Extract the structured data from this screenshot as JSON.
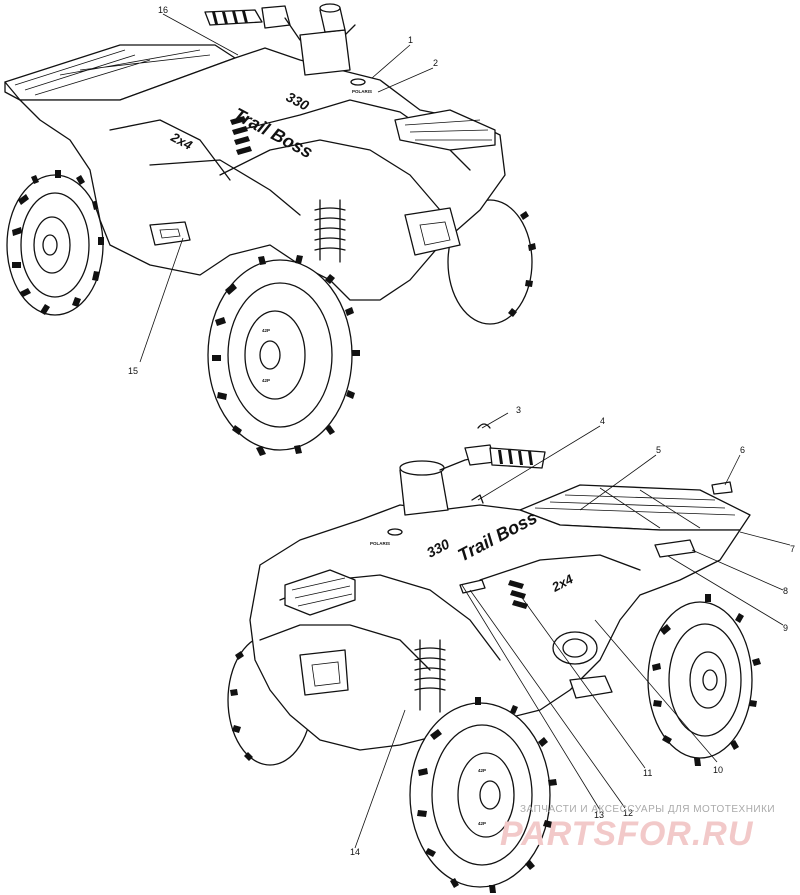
{
  "diagram": {
    "callouts": [
      {
        "id": "1",
        "label": "1"
      },
      {
        "id": "2",
        "label": "2"
      },
      {
        "id": "3",
        "label": "3"
      },
      {
        "id": "4",
        "label": "4"
      },
      {
        "id": "5",
        "label": "5"
      },
      {
        "id": "6",
        "label": "6"
      },
      {
        "id": "7",
        "label": "7"
      },
      {
        "id": "8",
        "label": "8"
      },
      {
        "id": "9",
        "label": "9"
      },
      {
        "id": "10",
        "label": "10"
      },
      {
        "id": "11",
        "label": "11"
      },
      {
        "id": "12",
        "label": "12"
      },
      {
        "id": "13",
        "label": "13"
      },
      {
        "id": "14",
        "label": "14"
      },
      {
        "id": "15",
        "label": "15"
      },
      {
        "id": "16",
        "label": "16"
      }
    ],
    "decals": {
      "model_name": "Trail Boss",
      "model_number": "330",
      "drive": "2x4",
      "brand": "POLARIS",
      "wheel_stamp_top": "42P",
      "wheel_stamp_bottom": "42P"
    }
  },
  "watermark": {
    "tagline": "ЗАПЧАСТИ И АКСЕССУАРЫ ДЛЯ МОТОТЕХНИКИ",
    "site": "PARTSFOR.RU"
  },
  "colors": {
    "line": "#111111",
    "watermark_text": "#aaaaaa",
    "watermark_logo": "#f2c9c9"
  }
}
